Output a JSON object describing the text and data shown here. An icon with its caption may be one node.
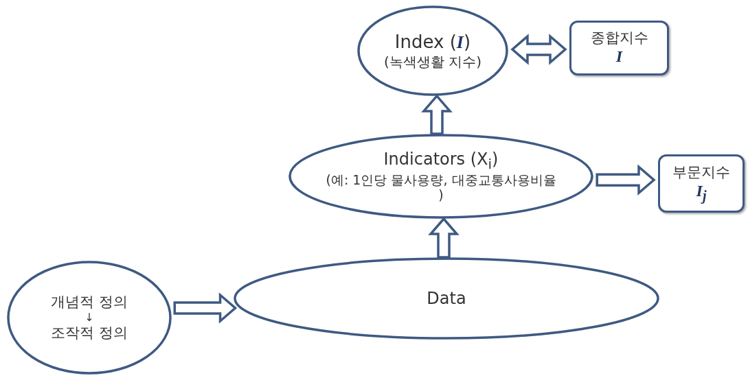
{
  "diagram": {
    "nodes": [
      {
        "text": [
          "Index (**I**)",
          "(녹색생활 지수)"
        ]
      },
      {
        "text": [
          "종합지수",
          "I"
        ]
      },
      {
        "text": [
          "Indicators (X$_{i}$)",
          "(예:  1인당 물사용량, 대중교통사용비율 )"
        ]
      },
      {
        "text": [
          "부문지수",
          "I$_{j}$"
        ]
      },
      {
        "text": [
          "개념적 정의",
          "↓",
          "조작적 정의"
        ]
      },
      {
        "text": [
          "Data"
        ]
      }
    ],
    "edges": [
      {
        "from": 0,
        "to": 1,
        "arrow": "both"
      },
      {
        "from": 2,
        "to": 0,
        "arrow": "to"
      },
      {
        "from": 2,
        "to": 3,
        "arrow": "to"
      },
      {
        "from": 5,
        "to": 2,
        "arrow": "to"
      },
      {
        "from": 4,
        "to": 5,
        "arrow": "to"
      }
    ]
  }
}
